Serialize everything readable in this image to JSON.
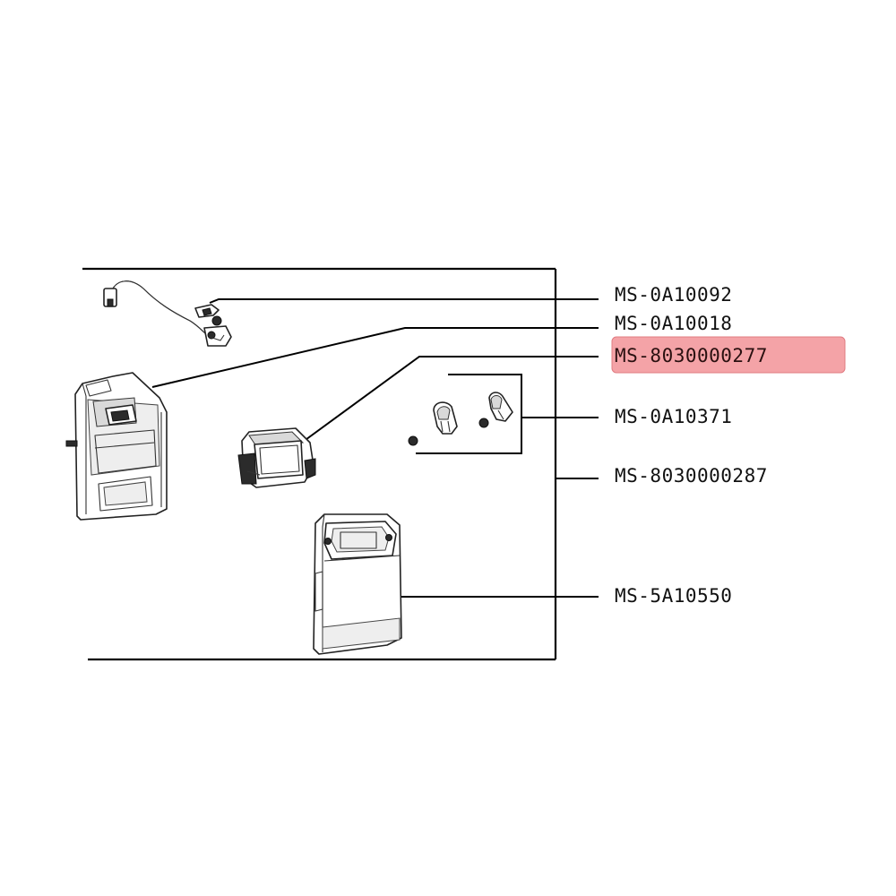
{
  "diagram": {
    "part_numbers": [
      {
        "id": "cable",
        "label": "MS-0A10092",
        "highlighted": false
      },
      {
        "id": "left-housing",
        "label": "MS-0A10018",
        "highlighted": false
      },
      {
        "id": "control-module",
        "label": "MS-8030000277",
        "highlighted": true
      },
      {
        "id": "knobs-set",
        "label": "MS-0A10371",
        "highlighted": false
      },
      {
        "id": "assembly",
        "label": "MS-8030000287",
        "highlighted": false
      },
      {
        "id": "front-cover",
        "label": "MS-5A10550",
        "highlighted": false
      }
    ],
    "colors": {
      "highlight": "#f4a3a7",
      "highlight_border": "#e07c82",
      "line": "#000000"
    }
  }
}
